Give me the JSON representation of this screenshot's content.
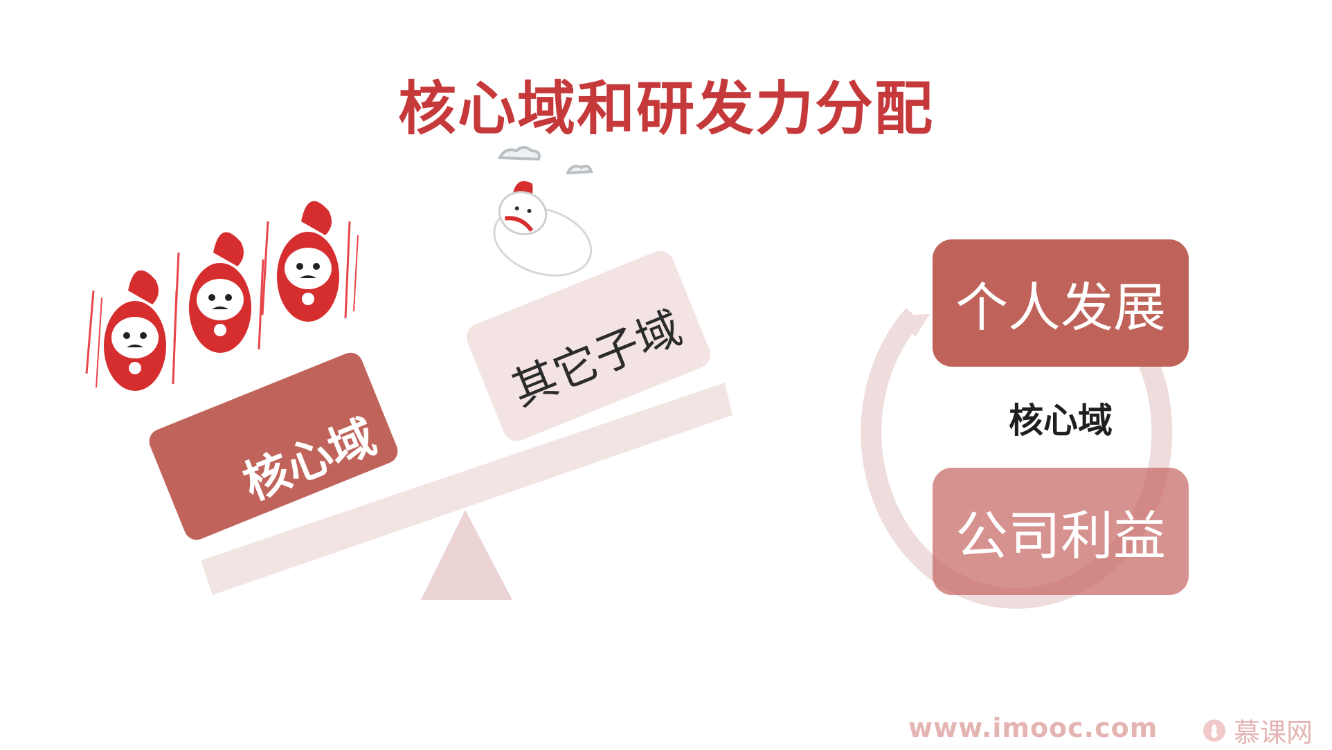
{
  "title": "核心域和研发力分配",
  "seesaw": {
    "heavy_side_label": "核心域",
    "light_side_label": "其它子域"
  },
  "cycle": {
    "top_label": "个人发展",
    "center_label": "核心域",
    "bottom_label": "公司利益"
  },
  "footer": {
    "url": "www.imooc.com",
    "brand": "慕课网"
  },
  "colors": {
    "title_red": "#c6393b",
    "box_red": "#c0635b",
    "light_pink": "#f2e1e1",
    "footer_pink": "#e4b4b3"
  },
  "icons": [
    "angry-mascot-icon",
    "relaxed-mascot-icon",
    "cloud-icon",
    "cycle-arrow-icon",
    "imooc-logo-icon"
  ]
}
